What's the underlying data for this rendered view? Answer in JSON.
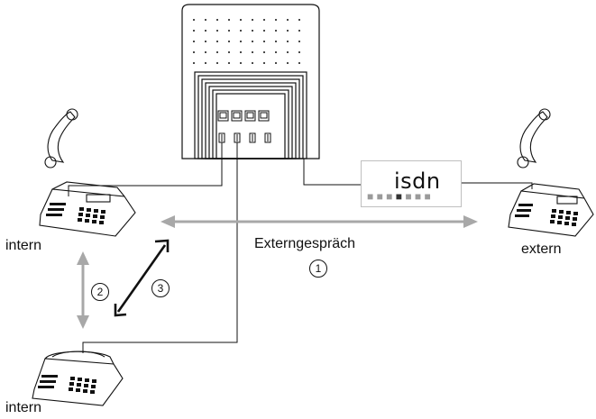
{
  "labels": {
    "intern_left_top": "intern",
    "intern_left_bottom": "intern",
    "extern_right": "extern",
    "externgespraech": "Externgespräch",
    "isdn_logo": "isdn"
  },
  "markers": {
    "one": "1",
    "two": "2",
    "three": "3"
  },
  "colors": {
    "line": "#111111",
    "arrow_gray": "#a8a8a8",
    "isdn_dot_gray": "#9a9a9a",
    "isdn_dot_dark": "#333333"
  },
  "icons": [
    "pbx-unit-icon",
    "phone-icon",
    "isdn-logo-icon",
    "bidirectional-arrow-icon"
  ]
}
